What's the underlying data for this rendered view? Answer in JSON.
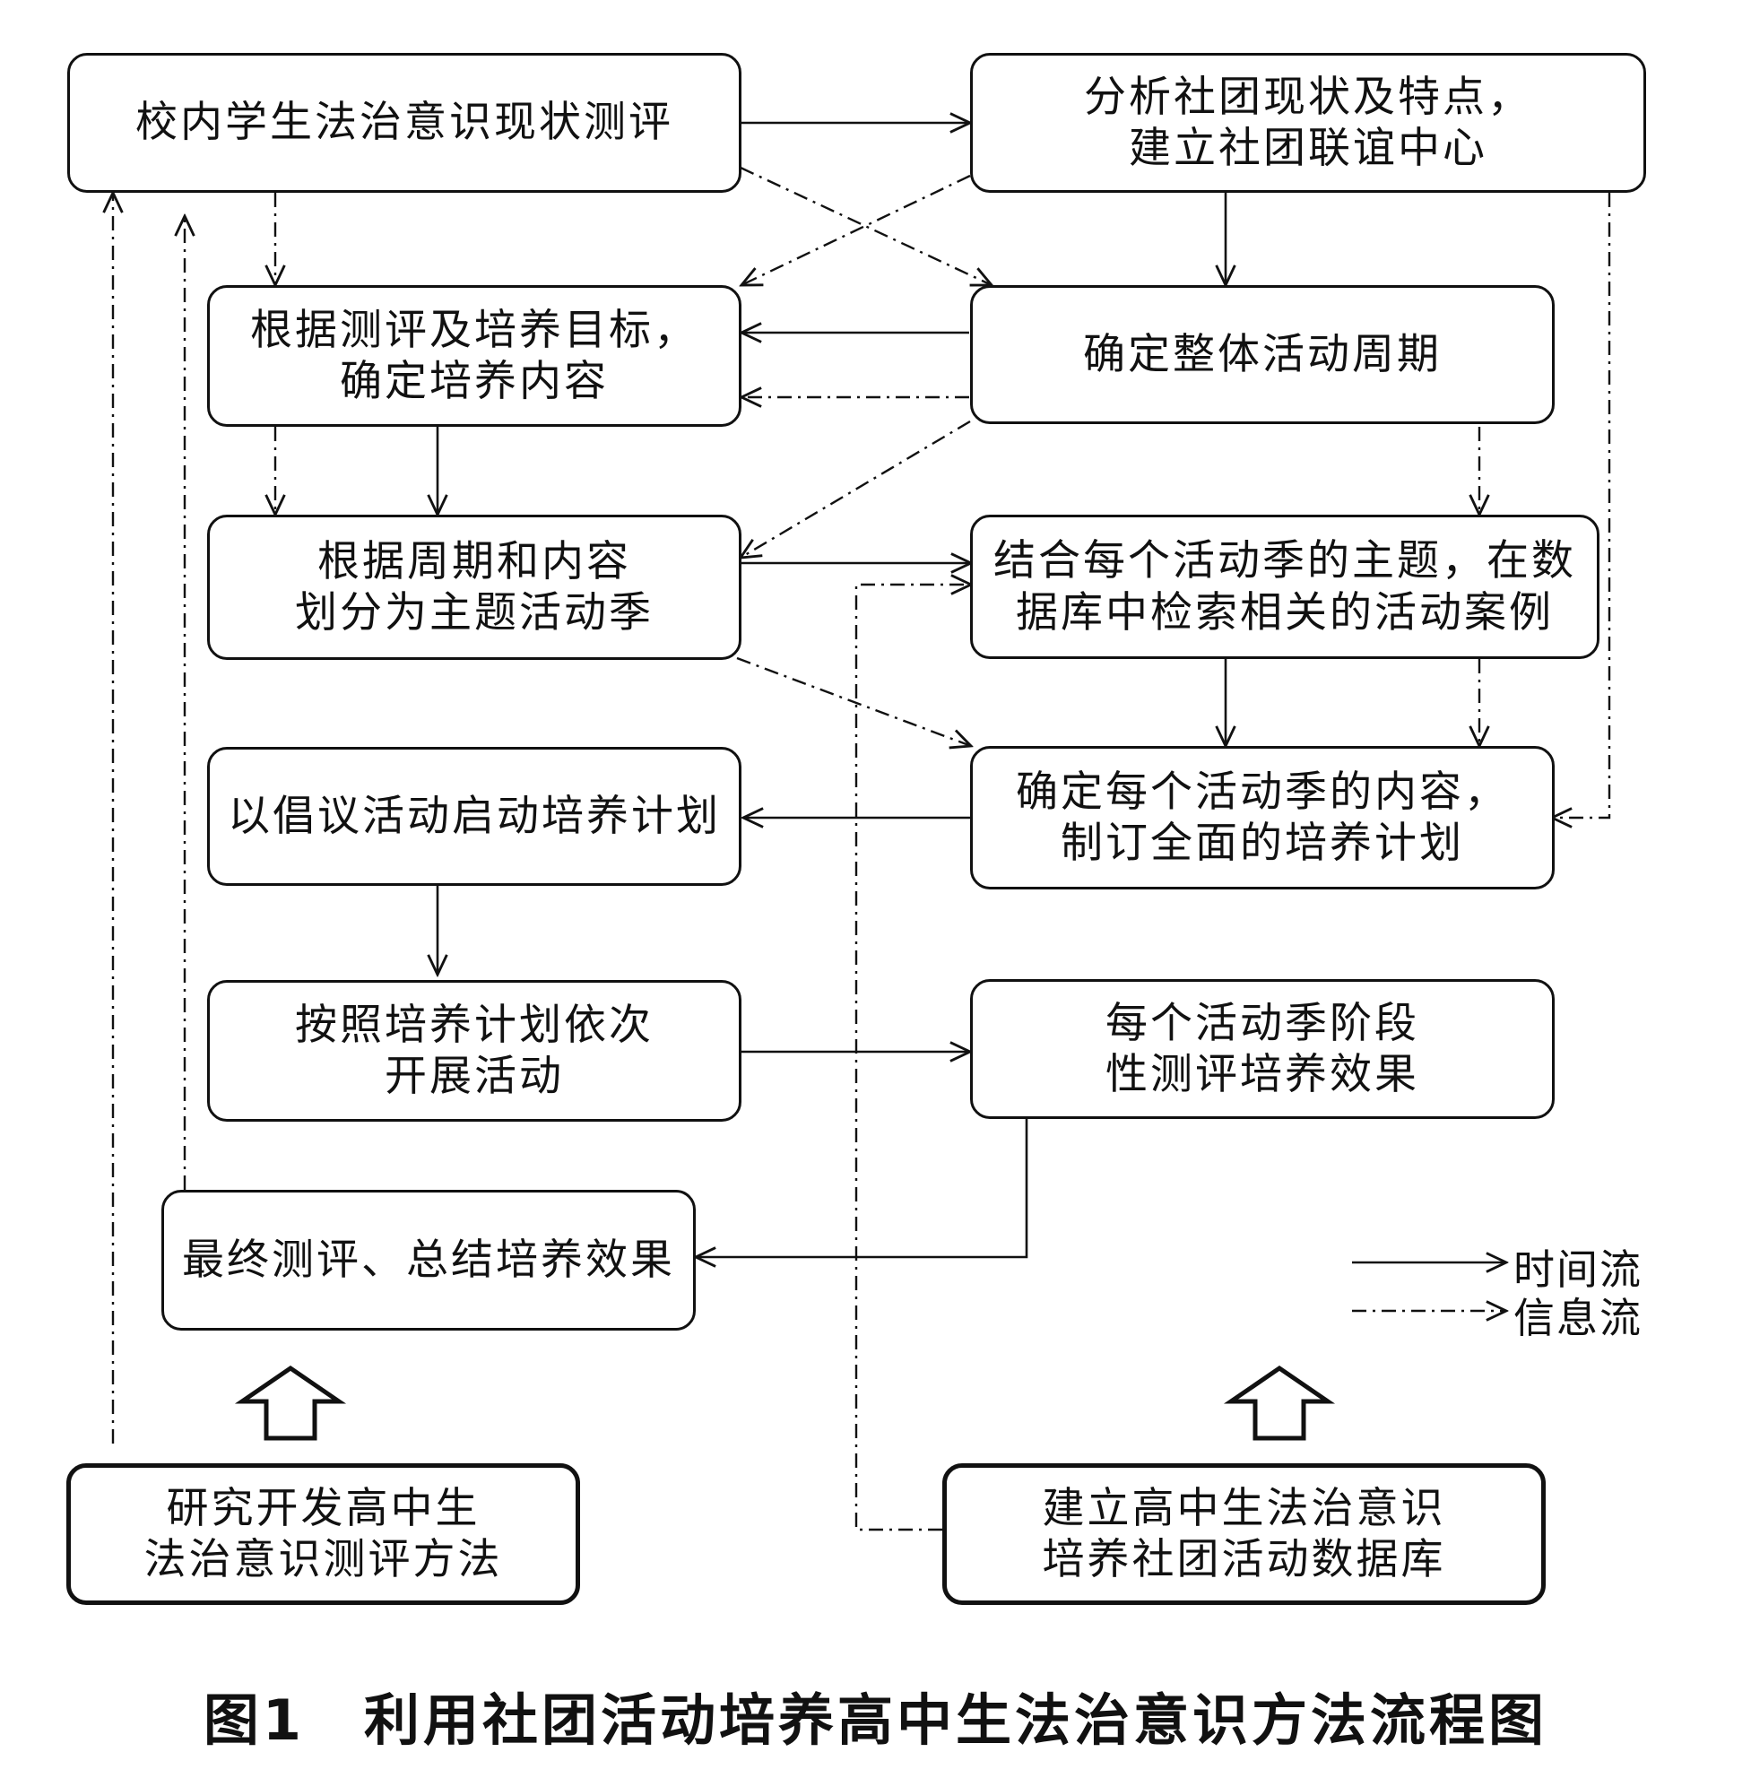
{
  "nodes": {
    "n1": {
      "lines": [
        "校内学生法治意识现状测评"
      ]
    },
    "n2": {
      "lines": [
        "分析社团现状及特点，",
        "建立社团联谊中心"
      ]
    },
    "n3": {
      "lines": [
        "根据测评及培养目标，",
        "确定培养内容"
      ]
    },
    "n4": {
      "lines": [
        "确定整体活动周期"
      ]
    },
    "n5": {
      "lines": [
        "根据周期和内容",
        "划分为主题活动季"
      ]
    },
    "n6": {
      "lines": [
        "结合每个活动季的主题，在数",
        "据库中检索相关的活动案例"
      ]
    },
    "n7": {
      "lines": [
        "以倡议活动启动培养计划"
      ]
    },
    "n8": {
      "lines": [
        "确定每个活动季的内容，",
        "制订全面的培养计划"
      ]
    },
    "n9": {
      "lines": [
        "按照培养计划依次",
        "开展活动"
      ]
    },
    "n10": {
      "lines": [
        "每个活动季阶段",
        "性测评培养效果"
      ]
    },
    "n11": {
      "lines": [
        "最终测评、总结培养效果"
      ]
    },
    "n12": {
      "lines": [
        "研究开发高中生",
        "法治意识测评方法"
      ]
    },
    "n13": {
      "lines": [
        "建立高中生法治意识",
        "培养社团活动数据库"
      ]
    }
  },
  "legend": {
    "time_flow": "时间流",
    "info_flow": "信息流"
  },
  "caption": "图1　利用社团活动培养高中生法治意识方法流程图",
  "colors": {
    "line": "#111111",
    "background": "#ffffff"
  }
}
